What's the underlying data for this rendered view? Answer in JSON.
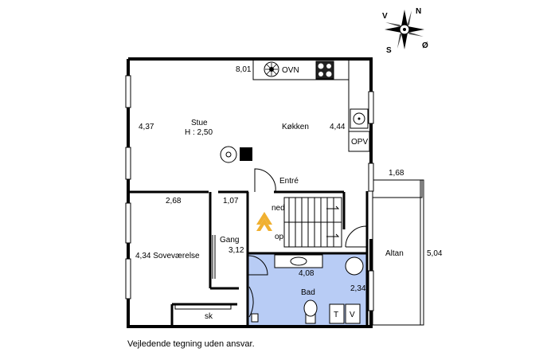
{
  "compass": {
    "north": "N",
    "west": "V",
    "south": "S",
    "east": "Ø"
  },
  "rooms": {
    "living": {
      "name": "Stue",
      "height": "H : 2,50",
      "width_dim": "4,37",
      "top_dim": "8,01"
    },
    "kitchen": {
      "name": "Køkken",
      "dim": "4,44",
      "oven": "OVN",
      "dishwasher": "OPV"
    },
    "entry": {
      "name": "Entré",
      "dim": "1,07"
    },
    "bedroom": {
      "name": "4,34 Soveværelse",
      "dim": "2,68"
    },
    "hall": {
      "name": "Gang",
      "dim": "3,12"
    },
    "stairs": {
      "down": "ned",
      "up": "op"
    },
    "bath": {
      "name": "Bad",
      "width_dim": "4,08",
      "depth_dim": "2,34",
      "washer": "T",
      "sink_unit": "V"
    },
    "closet": {
      "name": "sk"
    },
    "balcony": {
      "name": "Altan",
      "width_dim": "1,68",
      "length_dim": "5,04"
    }
  },
  "caption": "Vejledende tegning uden ansvar.",
  "colors": {
    "bath_fill": "#b8ccf5",
    "wall": "#000000",
    "stair_arrow": "#f0b030"
  }
}
